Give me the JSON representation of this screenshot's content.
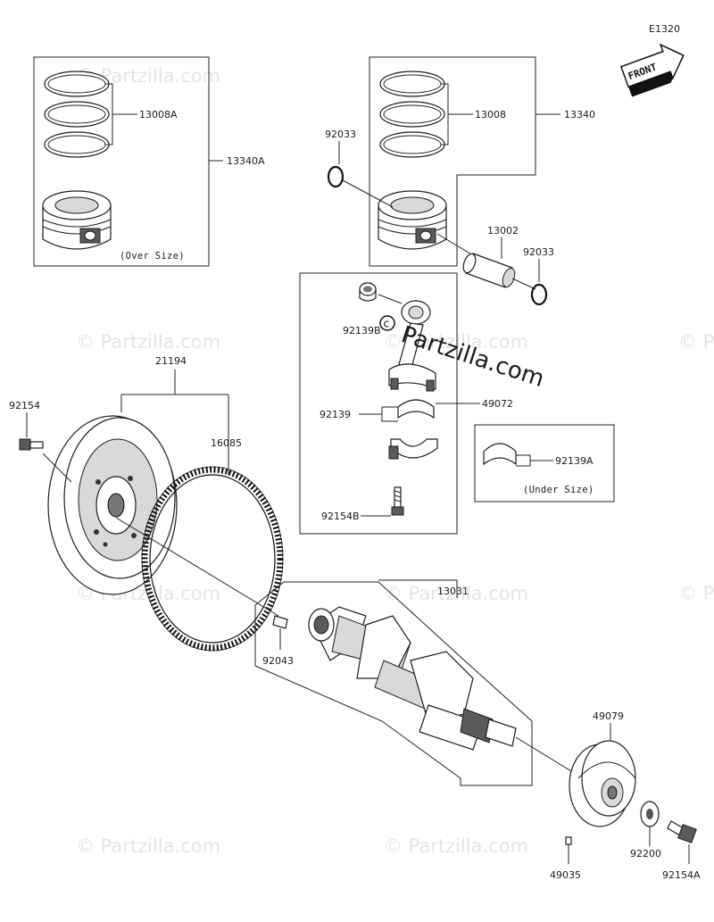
{
  "diagram_code": "E1320",
  "front_label": "FRONT",
  "watermark_brand": "Partzilla.com",
  "watermark_text": "© Partzilla.com",
  "over_size_note": "(Over Size)",
  "under_size_note": "(Under Size)",
  "parts": {
    "p13008A": "13008A",
    "p13340A": "13340A",
    "p13008": "13008",
    "p13340": "13340",
    "p92033_top": "92033",
    "p13002": "13002",
    "p92033_right": "92033",
    "p92139B": "92139B",
    "p49072": "49072",
    "p92139": "92139",
    "p92139A": "92139A",
    "p92154B": "92154B",
    "p21194": "21194",
    "p92154": "92154",
    "p16085": "16085",
    "p13031": "13031",
    "p92043": "92043",
    "p49079": "49079",
    "p49035": "49035",
    "p92200": "92200",
    "p92154A": "92154A"
  }
}
